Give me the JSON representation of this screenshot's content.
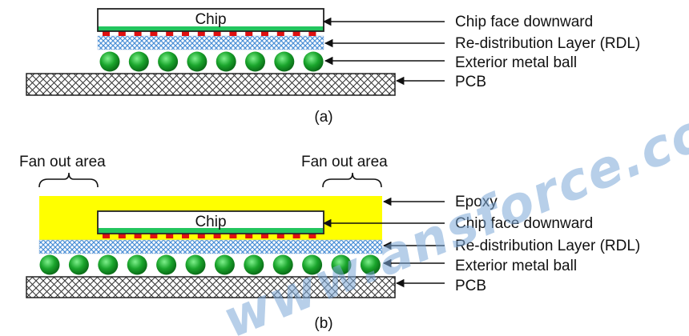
{
  "panel_a": {
    "chip_label": "Chip",
    "callouts": [
      "Chip face downward",
      "Re-distribution Layer (RDL)",
      "Exterior metal ball",
      "PCB"
    ],
    "caption": "(a)"
  },
  "panel_b": {
    "fan_out_left": "Fan out area",
    "fan_out_right": "Fan out area",
    "chip_label": "Chip",
    "callouts": [
      "Epoxy",
      "Chip face downward",
      "Re-distribution Layer (RDL)",
      "Exterior metal ball",
      "PCB"
    ],
    "caption": "(b)"
  },
  "watermark": "www.ansforce.com",
  "colors": {
    "chip_fill": "#ffffff",
    "chip_contact_strip": "#22c55e",
    "pads": "#e01010",
    "rdl_dots": "#4a8fd6",
    "solder_ball": "#1aa52c",
    "epoxy": "#ffff00",
    "pcb_hatch": "#333333"
  }
}
